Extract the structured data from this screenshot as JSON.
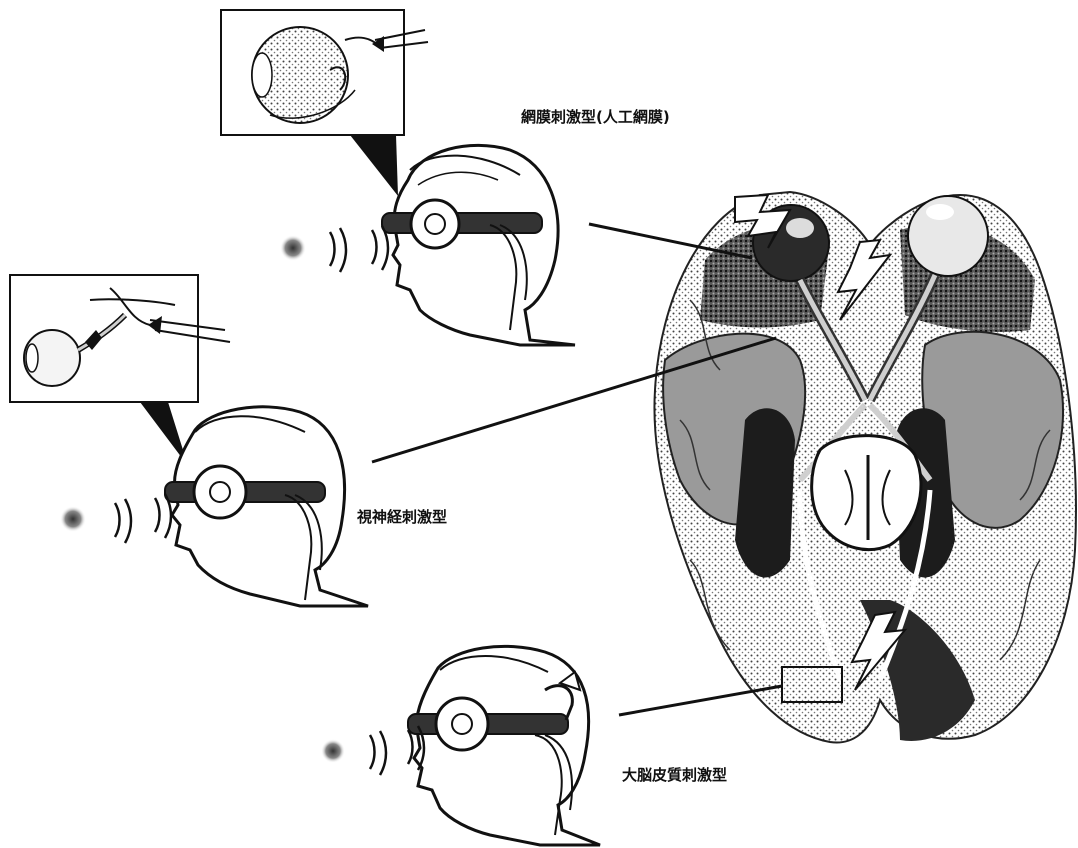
{
  "labels": {
    "retina": "網膜刺激型(人工網膜)",
    "optic_nerve": "視神経刺激型",
    "cortex": "大脳皮質刺激型"
  },
  "colors": {
    "ink": "#111111",
    "brain_dark": "#2a2a2a",
    "brain_mid": "#8a8a8a",
    "paper": "#ffffff"
  }
}
